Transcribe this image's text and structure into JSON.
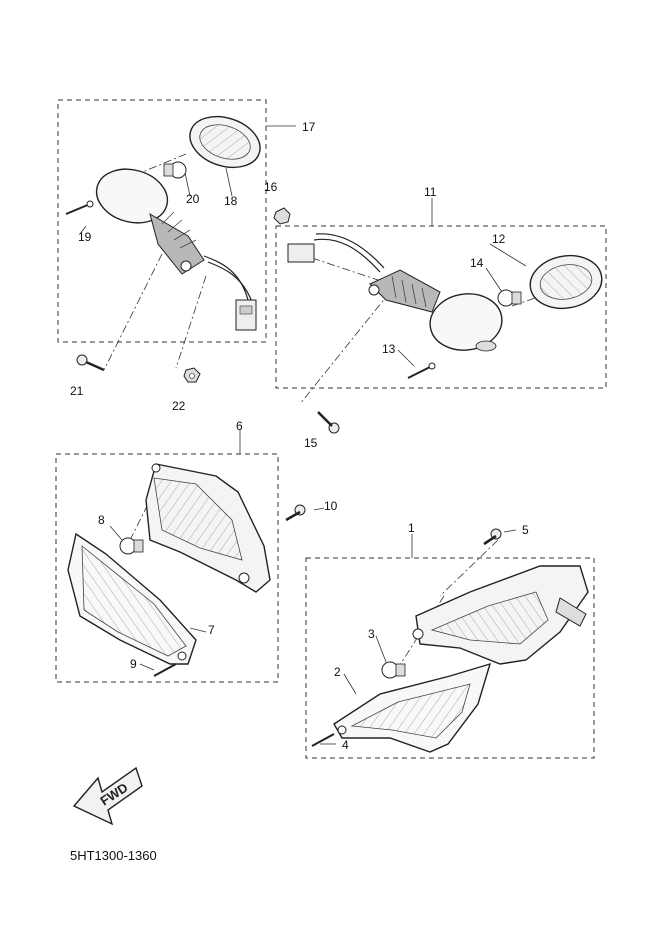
{
  "diagram": {
    "drawing_code": "5HT1300-1360",
    "direction_label": "FWD",
    "callouts": [
      {
        "id": "c1",
        "text": "1"
      },
      {
        "id": "c2",
        "text": "2"
      },
      {
        "id": "c3",
        "text": "3"
      },
      {
        "id": "c4",
        "text": "4"
      },
      {
        "id": "c5",
        "text": "5"
      },
      {
        "id": "c6",
        "text": "6"
      },
      {
        "id": "c7",
        "text": "7"
      },
      {
        "id": "c8",
        "text": "8"
      },
      {
        "id": "c9",
        "text": "9"
      },
      {
        "id": "c10",
        "text": "10"
      },
      {
        "id": "c11",
        "text": "11"
      },
      {
        "id": "c12",
        "text": "12"
      },
      {
        "id": "c13",
        "text": "13"
      },
      {
        "id": "c14",
        "text": "14"
      },
      {
        "id": "c15",
        "text": "15"
      },
      {
        "id": "c16",
        "text": "16"
      },
      {
        "id": "c17",
        "text": "17"
      },
      {
        "id": "c18",
        "text": "18"
      },
      {
        "id": "c19",
        "text": "19"
      },
      {
        "id": "c20",
        "text": "20"
      },
      {
        "id": "c21",
        "text": "21"
      },
      {
        "id": "c22",
        "text": "22"
      }
    ]
  }
}
